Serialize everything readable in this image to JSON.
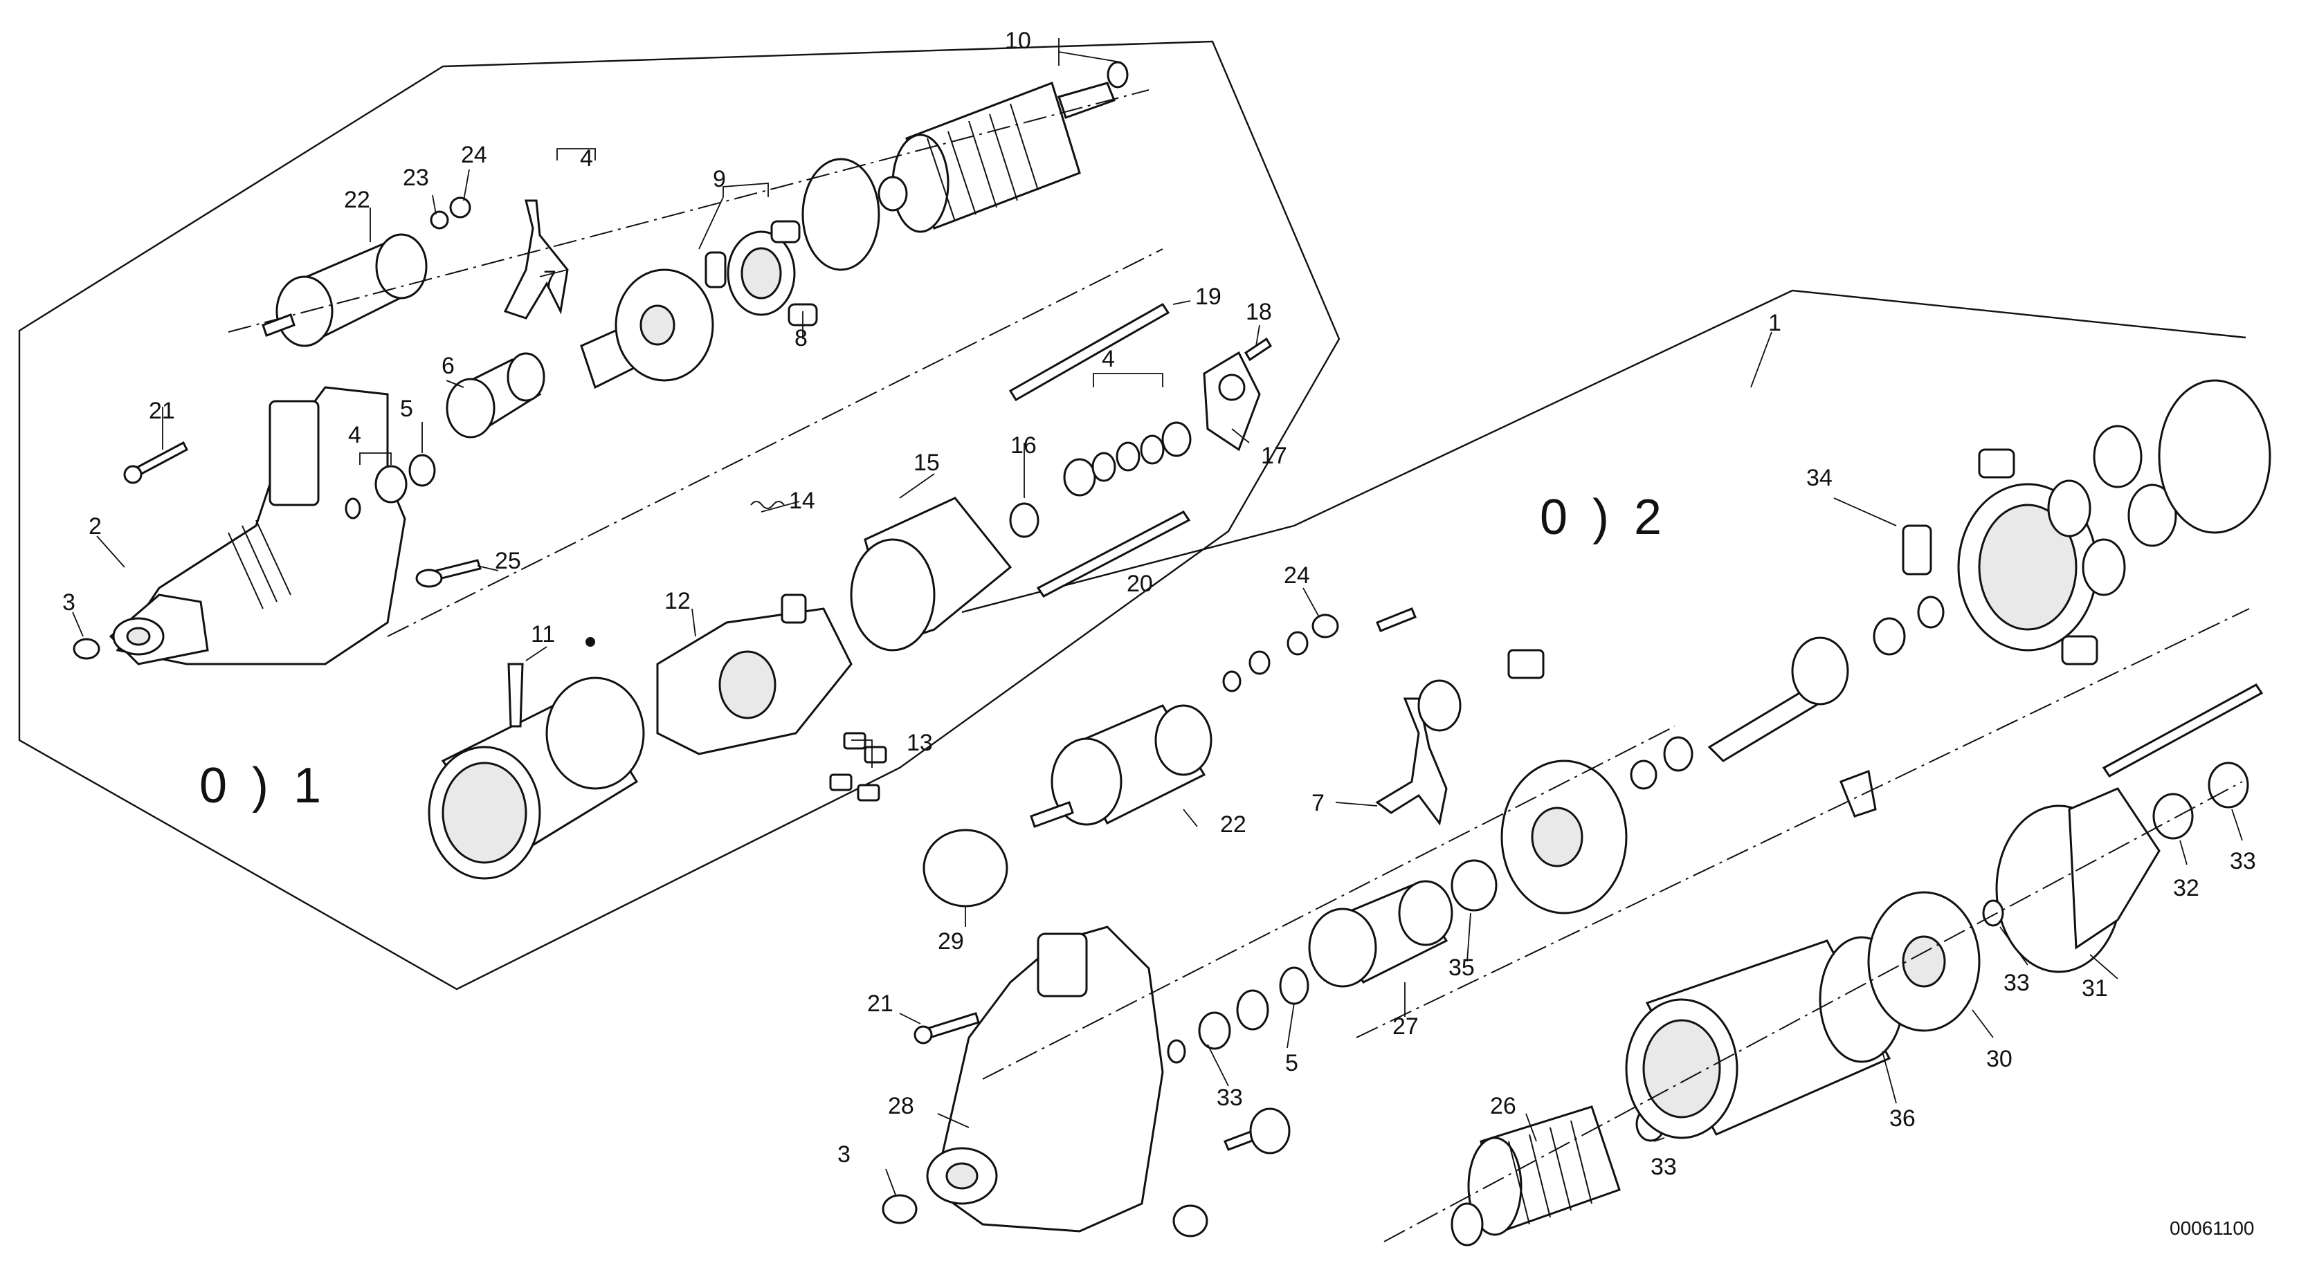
{
  "groups": {
    "g1": "0 ) 1",
    "g2": "0 ) 2"
  },
  "reference": "00061100",
  "callouts": {
    "l1": "1",
    "l2": "2",
    "l3": "3",
    "l4": "4",
    "l5": "5",
    "l6": "6",
    "l7": "7",
    "l8": "8",
    "l9": "9",
    "l10": "10",
    "l11": "11",
    "l12": "12",
    "l13": "13",
    "l14": "14",
    "l15": "15",
    "l16": "16",
    "l17": "17",
    "l18": "18",
    "l19": "19",
    "l20": "20",
    "l21": "21",
    "l22": "22",
    "l23": "23",
    "l24": "24",
    "l25": "25",
    "l26": "26",
    "l27": "27",
    "l28": "28",
    "l29": "29",
    "l30": "30",
    "l31": "31",
    "l32": "32",
    "l33": "33",
    "l34": "34",
    "l35": "35",
    "l36": "36"
  }
}
